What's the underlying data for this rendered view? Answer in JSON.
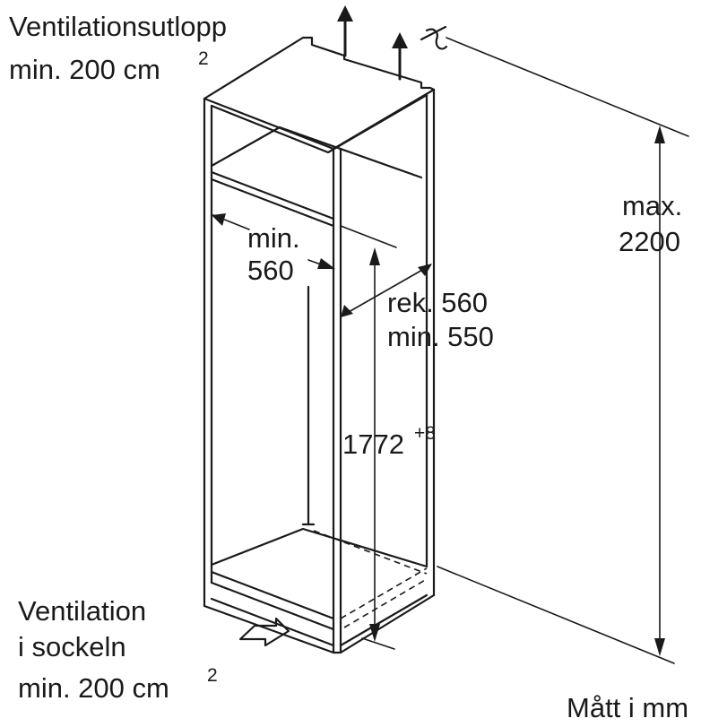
{
  "labels": {
    "top_vent_title": "Ventilationsutlopp",
    "top_vent_area": "min. 200 cm",
    "top_vent_area_sup": "2",
    "max_height_line1": "max.",
    "max_height_line2": "2200",
    "width_line1": "min.",
    "width_line2": "560",
    "depth_line1": "rek. 560",
    "depth_line2": "min. 550",
    "niche_height": "1772",
    "niche_height_sup": "+8",
    "bottom_vent_line1": "Ventilation",
    "bottom_vent_line2": "i sockeln",
    "bottom_vent_area": "min. 200 cm",
    "bottom_vent_area_sup": "2",
    "units_note": "Mått i mm"
  }
}
